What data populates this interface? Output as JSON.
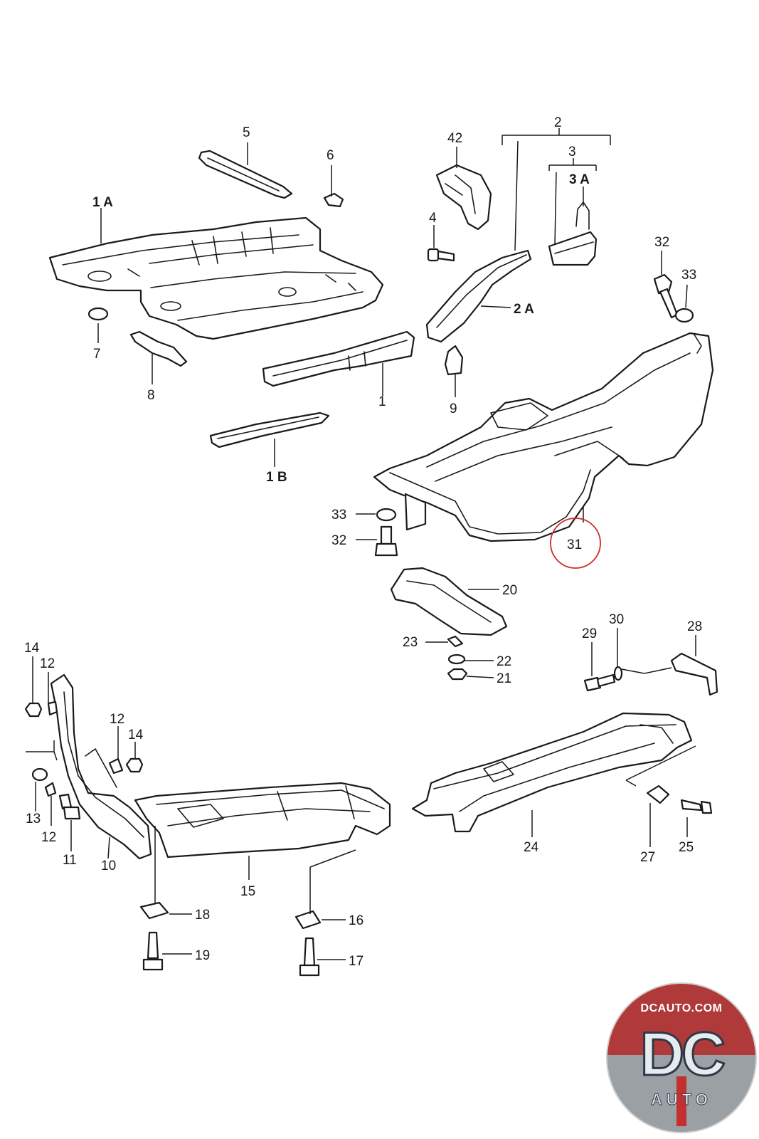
{
  "diagram": {
    "callouts": [
      {
        "id": "c-5",
        "text": "5"
      },
      {
        "id": "c-6",
        "text": "6"
      },
      {
        "id": "c-1A",
        "text": "1 A"
      },
      {
        "id": "c-7",
        "text": "7"
      },
      {
        "id": "c-8",
        "text": "8"
      },
      {
        "id": "c-1",
        "text": "1"
      },
      {
        "id": "c-1B",
        "text": "1 B"
      },
      {
        "id": "c-42",
        "text": "42"
      },
      {
        "id": "c-2",
        "text": "2"
      },
      {
        "id": "c-3",
        "text": "3"
      },
      {
        "id": "c-3A",
        "text": "3 A"
      },
      {
        "id": "c-4",
        "text": "4"
      },
      {
        "id": "c-2A",
        "text": "2 A"
      },
      {
        "id": "c-9",
        "text": "9"
      },
      {
        "id": "c-32a",
        "text": "32"
      },
      {
        "id": "c-33a",
        "text": "33"
      },
      {
        "id": "c-33b",
        "text": "33"
      },
      {
        "id": "c-32b",
        "text": "32"
      },
      {
        "id": "c-31",
        "text": "31"
      },
      {
        "id": "c-20",
        "text": "20"
      },
      {
        "id": "c-23",
        "text": "23"
      },
      {
        "id": "c-22",
        "text": "22"
      },
      {
        "id": "c-21",
        "text": "21"
      },
      {
        "id": "c-29",
        "text": "29"
      },
      {
        "id": "c-30",
        "text": "30"
      },
      {
        "id": "c-28",
        "text": "28"
      },
      {
        "id": "c-14a",
        "text": "14"
      },
      {
        "id": "c-12a",
        "text": "12"
      },
      {
        "id": "c-12b",
        "text": "12"
      },
      {
        "id": "c-14b",
        "text": "14"
      },
      {
        "id": "c-13",
        "text": "13"
      },
      {
        "id": "c-12c",
        "text": "12"
      },
      {
        "id": "c-11",
        "text": "11"
      },
      {
        "id": "c-10",
        "text": "10"
      },
      {
        "id": "c-15",
        "text": "15"
      },
      {
        "id": "c-24",
        "text": "24"
      },
      {
        "id": "c-27",
        "text": "27"
      },
      {
        "id": "c-25",
        "text": "25"
      },
      {
        "id": "c-18",
        "text": "18"
      },
      {
        "id": "c-19",
        "text": "19"
      },
      {
        "id": "c-16",
        "text": "16"
      },
      {
        "id": "c-17",
        "text": "17"
      }
    ],
    "highlight_color": "#cc2b2b",
    "highlighted_part": "31"
  },
  "badge": {
    "url": "DCAUTO.COM",
    "monogram": "DC",
    "word": "AUTO",
    "colors": {
      "band": "#b03a3a",
      "lower": "#9aa0a4"
    }
  }
}
